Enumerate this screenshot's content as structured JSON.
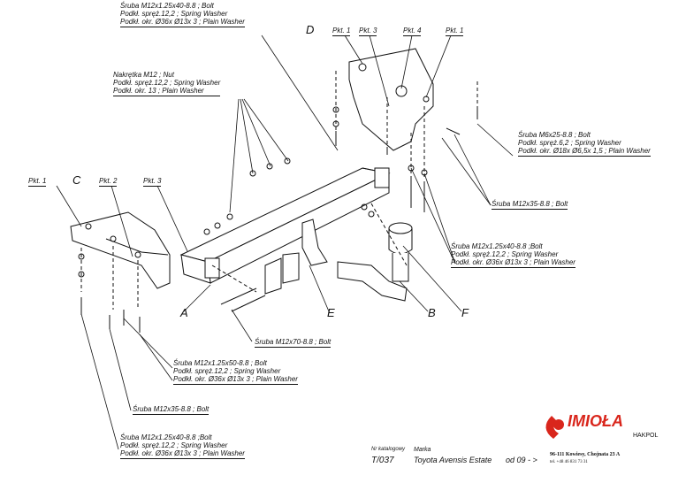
{
  "callouts": {
    "top_bolt": [
      "Śruba M12x1.25x40-8.8 ;  Bolt",
      "Podkł. spręż.12,2 ; Spring Washer",
      "Podkł. okr.  Ø36x Ø13x 3 ; Plain Washer"
    ],
    "nut": [
      "Nakrętka  M12 ; Nut",
      "Podkł. spręż.12,2 ; Spring Washer",
      "Podkł. okr. 13 ; Plain Washer"
    ],
    "m6_bolt": [
      "Śruba M6x25-8.8 ;  Bolt",
      "Podkł. spręż.6,2 ; Spring Washer",
      "Podkł. okr.  Ø18x Ø6,5x 1,5 ; Plain Washer"
    ],
    "m12x35_right": "Śruba M12x35-8.8 ;  Bolt",
    "right_bolt": [
      "Śruba M12x1.25x40-8.8 ;Bolt",
      "Podkł. spręż.12,2 ; Spring Washer",
      "Podkł. okr.  Ø36x Ø13x 3 ; Plain Washer"
    ],
    "m12x70": "Śruba M12x70-8.8 ;  Bolt",
    "m12x50": [
      "Śruba M12x1.25x50-8.8 ;  Bolt",
      "Podkł. spręż.12,2 ;  Spring Washer",
      "Podkł. okr.  Ø36x Ø13x 3 ; Plain Washer"
    ],
    "m12x35_left": "Śruba M12x35-8.8 ;  Bolt",
    "bottom_bolt": [
      "Śruba M12x1.25x40-8.8 ;Bolt",
      "Podkł. spręż.12,2 ; Spring Washer",
      "Podkł. okr.  Ø36x Ø13x 3 ; Plain Washer"
    ]
  },
  "part_letters": {
    "A": "A",
    "B": "B",
    "C": "C",
    "D": "D",
    "E": "E",
    "F": "F"
  },
  "points": {
    "pkt1": "Pkt. 1",
    "pkt2": "Pkt. 2",
    "pkt3": "Pkt. 3",
    "pkt4": "Pkt. 4"
  },
  "footer": {
    "catalog_label": "Nr katalogowy",
    "catalog_number": "T/037",
    "brand_label": "Marka",
    "vehicle": "Toyota Avensis Estate",
    "years": "od  09 - >",
    "company_name": "IMIOŁA",
    "company_sub": "HAKPOL",
    "address": "96-111 Kowiesy, Chojnata 23 A",
    "phone": "tel. +48 46 831 73 31"
  },
  "colors": {
    "logo_red": "#d9261c",
    "line": "#111111"
  }
}
